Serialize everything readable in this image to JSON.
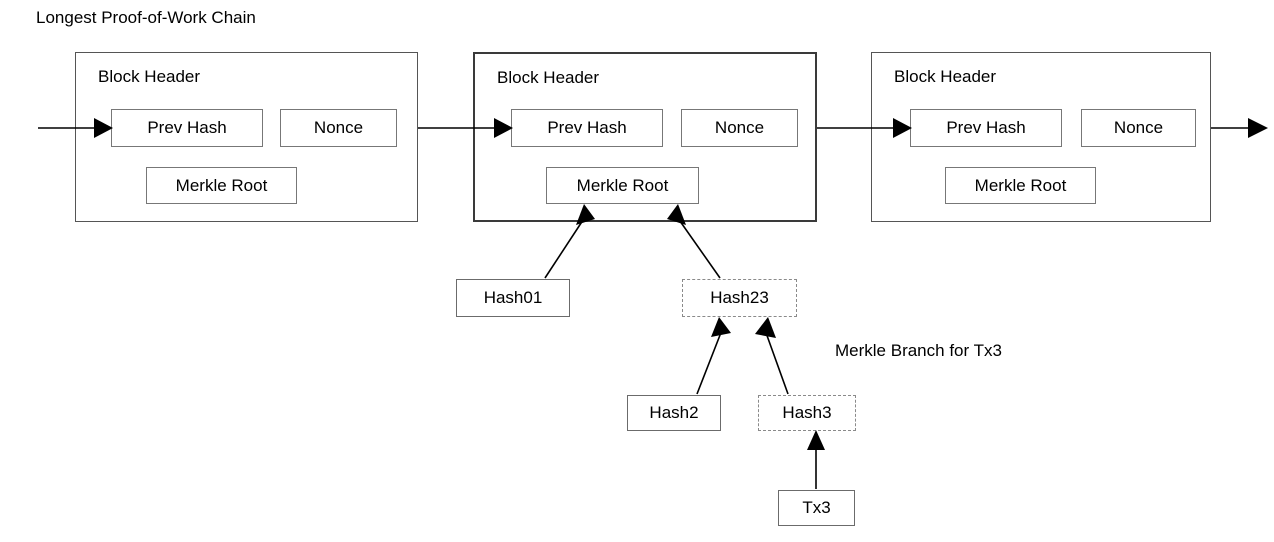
{
  "diagram": {
    "title": "Longest Proof-of-Work Chain",
    "annotation": "Merkle Branch for Tx3",
    "colors": {
      "background": "#ffffff",
      "stroke": "#000000",
      "block_border": "#555555",
      "field_border": "#777777",
      "dashed_border": "#8a8a8a",
      "text": "#000000"
    }
  },
  "blocks": [
    {
      "header_label": "Block Header",
      "prev_hash_label": "Prev Hash",
      "nonce_label": "Nonce",
      "merkle_root_label": "Merkle Root",
      "emphasized": false
    },
    {
      "header_label": "Block Header",
      "prev_hash_label": "Prev Hash",
      "nonce_label": "Nonce",
      "merkle_root_label": "Merkle Root",
      "emphasized": true
    },
    {
      "header_label": "Block Header",
      "prev_hash_label": "Prev Hash",
      "nonce_label": "Nonce",
      "merkle_root_label": "Merkle Root",
      "emphasized": false
    }
  ],
  "merkle_nodes": [
    {
      "label": "Hash01",
      "style": "solid"
    },
    {
      "label": "Hash23",
      "style": "dashed"
    },
    {
      "label": "Hash2",
      "style": "solid"
    },
    {
      "label": "Hash3",
      "style": "dashed"
    },
    {
      "label": "Tx3",
      "style": "solid"
    }
  ]
}
